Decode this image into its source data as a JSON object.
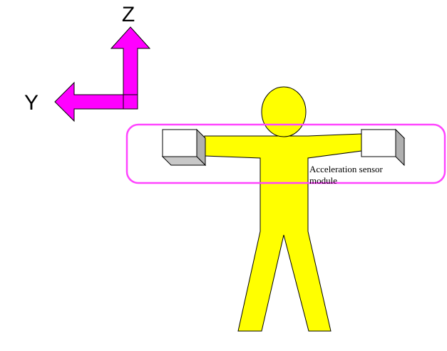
{
  "axes": {
    "z_label": "Z",
    "y_label": "Y"
  },
  "annotation": {
    "line1": "Acceleration sensor",
    "line2": "module"
  },
  "colors": {
    "arrow": "#ff00ff",
    "body": "#ffff00",
    "outline": "#000000",
    "highlight": "#ff44ff",
    "box_front": "#ffffff",
    "box_side": "#b0b0b0",
    "box_top": "#ececec"
  }
}
